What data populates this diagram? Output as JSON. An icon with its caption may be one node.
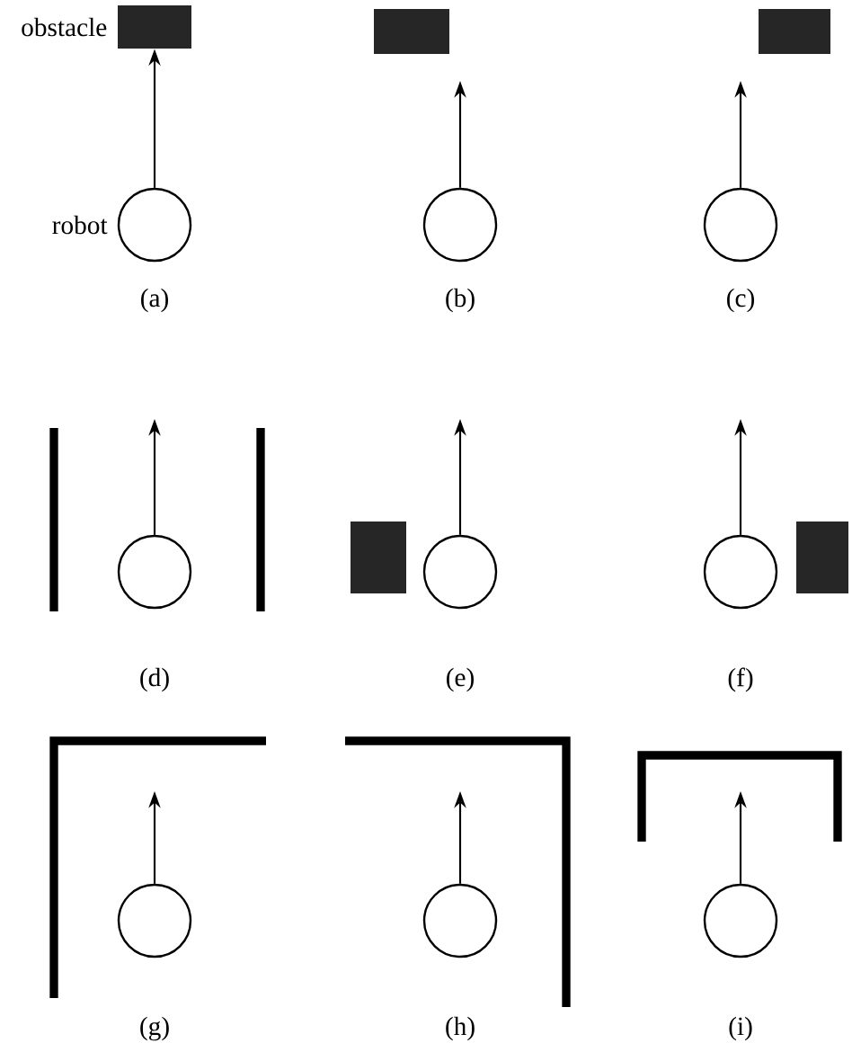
{
  "diagram": {
    "nodes": [
      {
        "text": [],
        "shape": "box",
        "beside": [
          "obstacle"
        ]
      },
      {
        "text": [],
        "shape": "circle",
        "beside": [
          "robot"
        ]
      },
      {
        "text": [],
        "shape": "circle"
      },
      {
        "text": [],
        "shape": "circle"
      },
      {
        "text": [],
        "shape": "circle"
      },
      {
        "text": [],
        "shape": "circle"
      },
      {
        "text": [],
        "shape": "circle"
      },
      {
        "text": [],
        "shape": "circle"
      },
      {
        "text": [],
        "shape": "circle"
      },
      {
        "text": [],
        "shape": "circle"
      },
      {
        "text": [],
        "shape": "box"
      },
      {
        "text": [],
        "shape": "box"
      },
      {
        "text": [],
        "shape": "box"
      },
      {
        "text": [],
        "shape": "box"
      }
    ],
    "edges": [
      {
        "from": 1,
        "to": 0,
        "arrow": "to"
      },
      {
        "from": 2,
        "to": null,
        "arrow": "to"
      },
      {
        "from": 3,
        "to": null,
        "arrow": "to"
      },
      {
        "from": 4,
        "to": null,
        "arrow": "to"
      },
      {
        "from": 5,
        "to": null,
        "arrow": "to"
      },
      {
        "from": 6,
        "to": null,
        "arrow": "to"
      },
      {
        "from": 7,
        "to": null,
        "arrow": "to"
      },
      {
        "from": 8,
        "to": null,
        "arrow": "to"
      },
      {
        "from": 9,
        "to": null,
        "arrow": "to"
      }
    ],
    "labels": [
      "(a)",
      "(b)",
      "(c)",
      "(d)",
      "(e)",
      "(f)",
      "(g)",
      "(h)",
      "(i)"
    ]
  }
}
